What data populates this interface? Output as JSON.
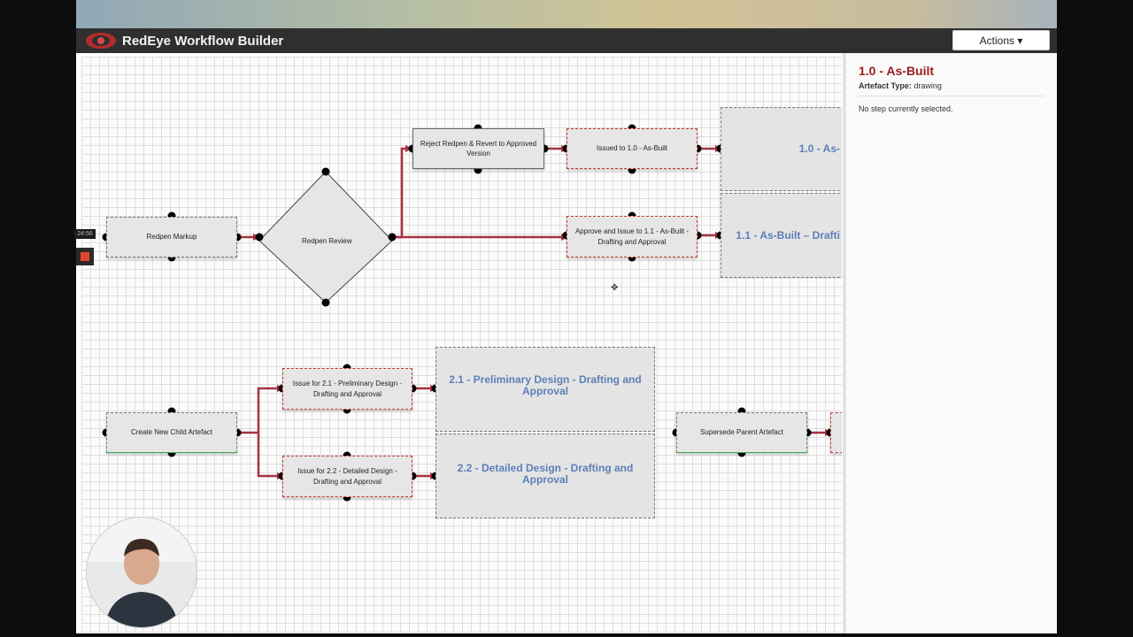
{
  "app": {
    "title": "RedEye Workflow Builder",
    "actions_label": "Actions ▾"
  },
  "colors": {
    "wire": "#a83240",
    "accent": "#9b1c1c",
    "artefact_text": "#5d7fb8"
  },
  "recorder": {
    "time": "24:56"
  },
  "steps": {
    "redpen_markup": "Redpen Markup",
    "redpen_review": "Redpen Review",
    "reject_redpen": "Reject Redpen & Revert to Approved Version",
    "issued_1_0": "Issued to 1.0 - As-Built",
    "approve_issue_1_1": "Approve and Issue to 1.1 - As-Built - Drafting and Approval",
    "create_child": "Create New Child Artefact",
    "issue_2_1": "Issue for 2.1 - Preliminary Design - Drafting and Approval",
    "issue_2_2": "Issue for 2.2 - Detailed Design - Drafting and Approval",
    "supersede_parent": "Supersede Parent Artefact"
  },
  "artefacts": {
    "a1_0": "1.0 - As-",
    "a1_1": "1.1 - As-Built – Drafti",
    "a2_1": "2.1 - Preliminary Design - Drafting and Approval",
    "a2_2": "2.2 - Detailed Design - Drafting and Approval"
  },
  "side_panel": {
    "title": "1.0 - As-Built",
    "type_label": "Artefact Type:",
    "type_value": "drawing",
    "empty_message": "No step currently selected."
  }
}
